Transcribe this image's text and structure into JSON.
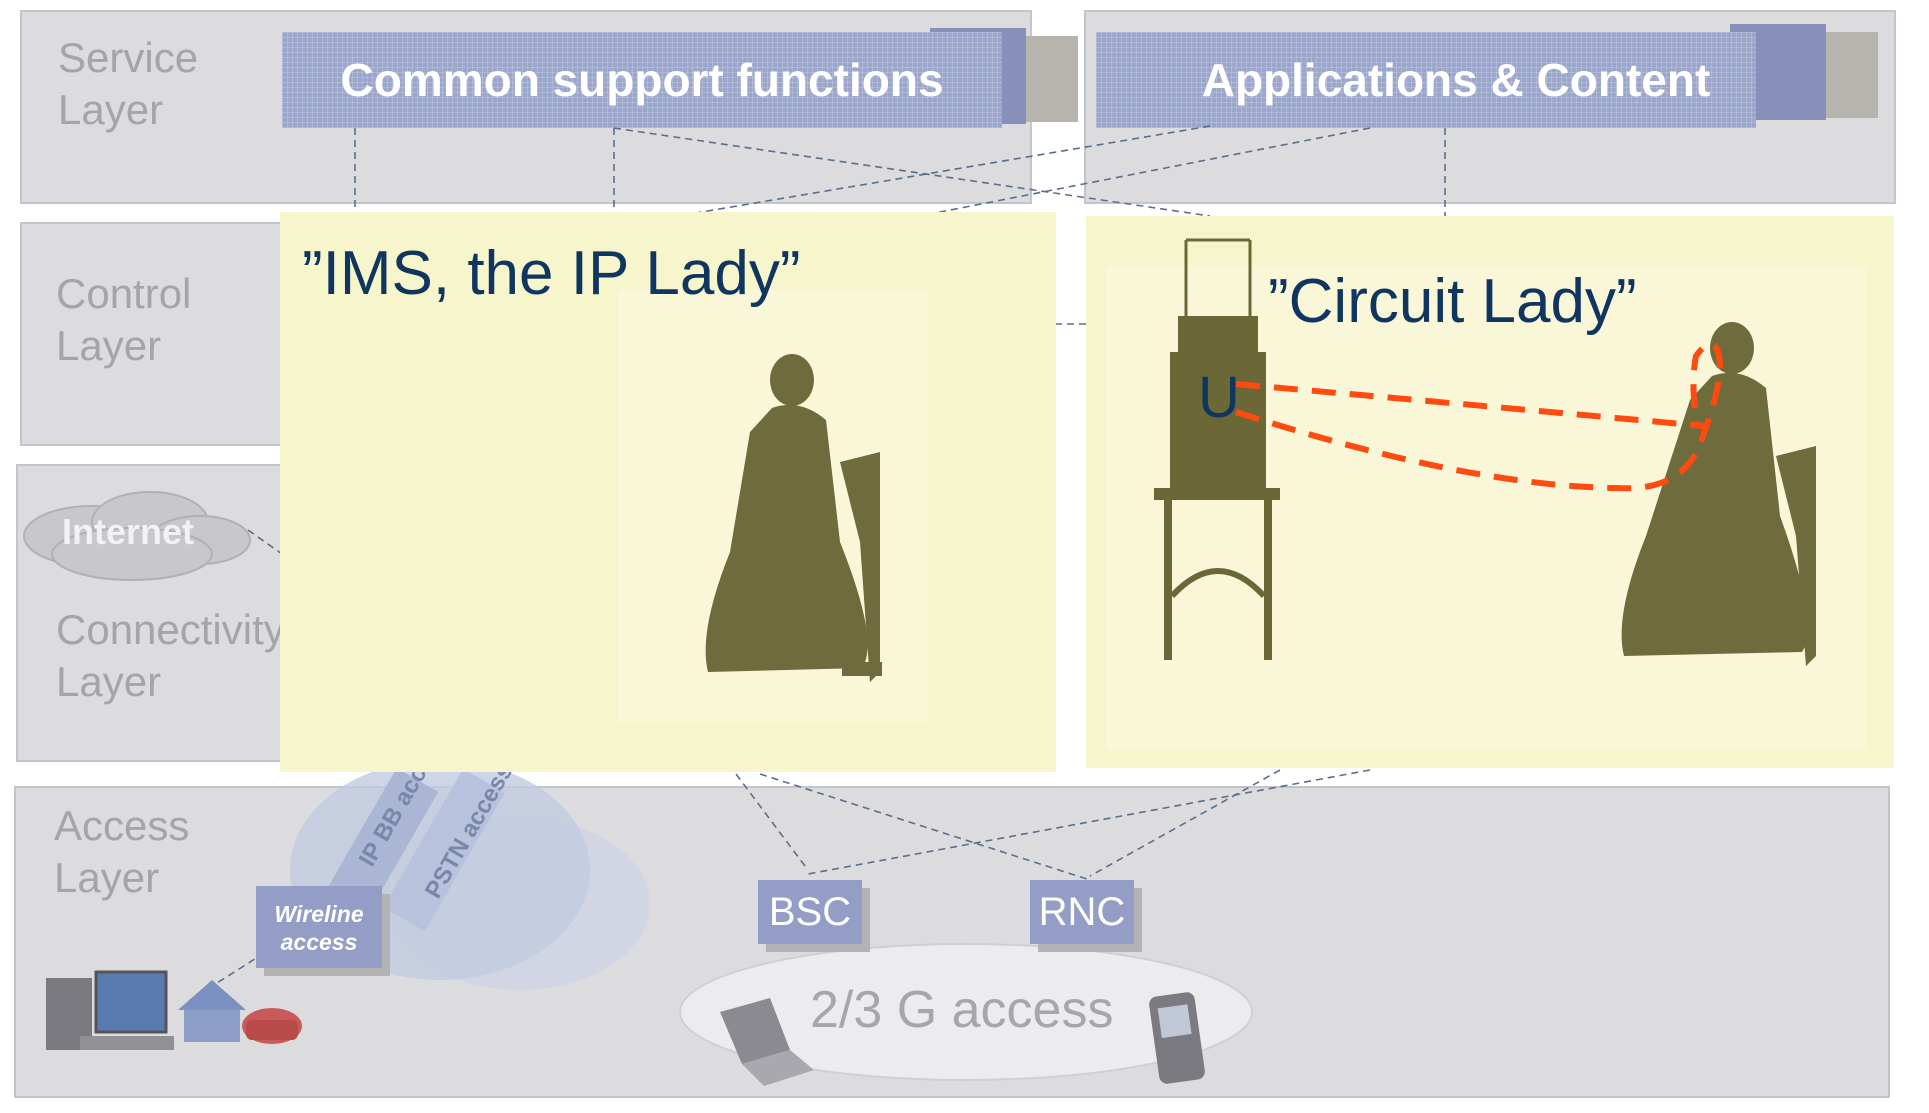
{
  "layers": {
    "service": "Service\nLayer",
    "control": "Control\nLayer",
    "connectivity": "Connectivity\nLayer",
    "access": "Access\nLayer"
  },
  "functions": {
    "common_support": "Common support functions",
    "applications": "Applications & Content"
  },
  "internet_label": "Internet",
  "overlays": {
    "ims_title": "”IMS, the IP Lady”",
    "circuit_title": "”Circuit Lady”",
    "switchboard_mark": "U"
  },
  "access": {
    "wireline_label": "Wireline\naccess",
    "ip_bb": "IP BB access",
    "pstn": "PSTN access",
    "bsc": "BSC",
    "rnc": "RNC",
    "g_access": "2/3 G access"
  },
  "colors": {
    "band_bg": "#dcdcde",
    "func_box": "#9ba6cb",
    "overlay_bg": "#f7f5cb",
    "title_text": "#10365f",
    "dashed_red": "#ff4a10"
  }
}
